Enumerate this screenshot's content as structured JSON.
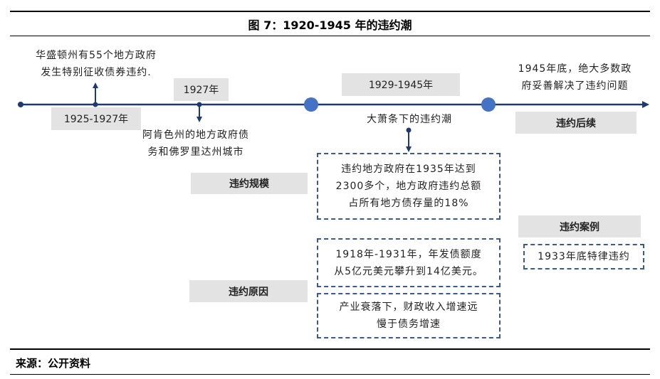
{
  "title": "图 7：1920-1945 年的违约潮",
  "timeline": {
    "event_1925_text": [
      "华盛顿州有55个地方政府",
      "发生特别征收债券违约."
    ],
    "label_1925": "1925-1927年",
    "label_1927": "1927年",
    "event_1927_text": [
      "阿肯色州的地方政府债",
      "务和佛罗里达州城市"
    ],
    "label_1929": "1929-1945年",
    "event_1929_text": "大萧条下的违约潮",
    "event_1945_text": [
      "1945年底，绝大多数政",
      "府妥善解决了违约问题"
    ],
    "label_aftermath": "违约后续"
  },
  "sections": {
    "scale_label": "违约规模",
    "scale_text": [
      "违约地方政府在1935年达到",
      "2300多个，地方政府违约总额",
      "占所有地方债存量的18%"
    ],
    "cause_label": "违约原因",
    "cause_text_1": [
      "1918年-1931年，年发债额度",
      "从5亿元美元攀升到14亿美元。"
    ],
    "cause_text_2": [
      "产业衰落下，财政收入增速远",
      "慢于债务增速"
    ],
    "case_label": "违约案例",
    "case_text": "1933年底特律违约"
  },
  "source": "来源：公开资料",
  "colors": {
    "line": "#1f3a6e",
    "circle": "#4472c4",
    "box": "#e3e3e3"
  }
}
